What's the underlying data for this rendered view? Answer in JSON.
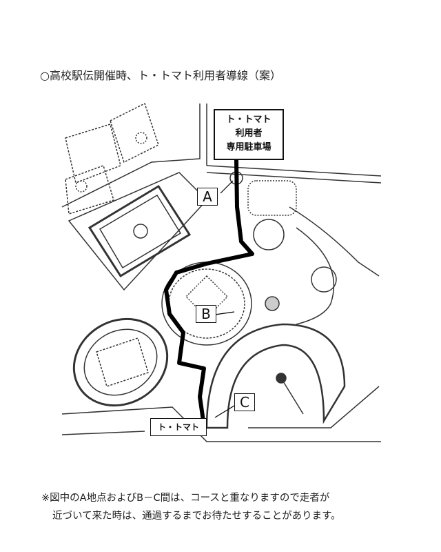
{
  "title": "○高校駅伝開催時、ト・トマト利用者導線（案）",
  "map": {
    "parking_label": [
      "ト・トマト",
      "利用者",
      "専用駐車場"
    ],
    "point_a": "A",
    "point_b": "B",
    "point_c": "C",
    "destination_label": "ト・トマト",
    "route_color": "#000000"
  },
  "notes": [
    "※図中のA地点およびB－C間は、コースと重なりますので走者が",
    "近づいて来た時は、通過するまでお待たせすることがあります。"
  ]
}
